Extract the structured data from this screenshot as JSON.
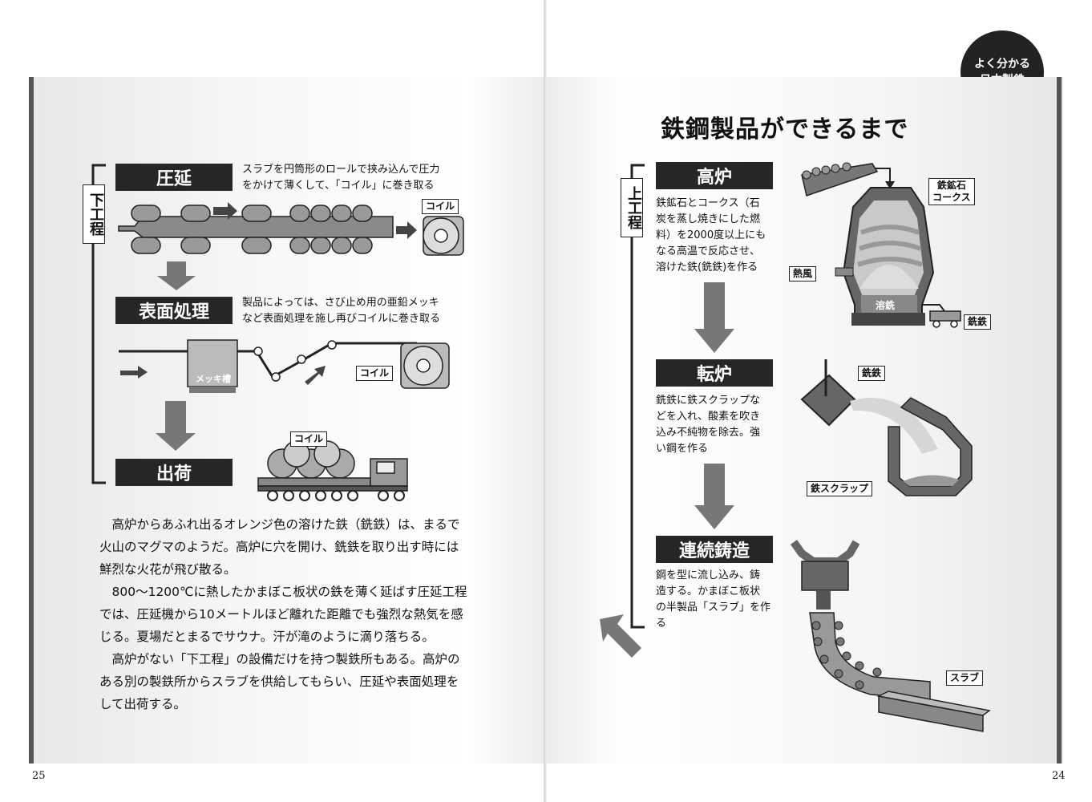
{
  "badge": {
    "line1": "よく分かる",
    "line2": "日本製鉄"
  },
  "title": "鉄鋼製品ができるまで",
  "left": {
    "section_label": "下工程",
    "steps": [
      {
        "label": "圧延",
        "desc_line1": "スラブを円筒形のロールで挟み込んで圧力",
        "desc_line2": "をかけて薄くして、「コイル」に巻き取る"
      },
      {
        "label": "表面処理",
        "desc_line1": "製品によっては、さび止め用の亜鉛メッキ",
        "desc_line2": "など表面処理を施し再びコイルに巻き取る"
      },
      {
        "label": "出荷"
      }
    ],
    "tags": {
      "coil1": "コイル",
      "coil2": "コイル",
      "coil3": "コイル",
      "tank": "メッキ槽"
    },
    "paragraphs": [
      "高炉からあふれ出るオレンジ色の溶けた鉄（銑鉄）は、まるで火山のマグマのようだ。高炉に穴を開け、銑鉄を取り出す時には鮮烈な火花が飛び散る。",
      "800〜1200℃に熱したかまぼこ板状の鉄を薄く延ばす圧延工程では、圧延機から10メートルほど離れた距離でも強烈な熱気を感じる。夏場だとまるでサウナ。汗が滝のように滴り落ちる。",
      "高炉がない「下工程」の設備だけを持つ製鉄所もある。高炉のある別の製鉄所からスラブを供給してもらい、圧延や表面処理をして出荷する。"
    ],
    "page_number": "25"
  },
  "right": {
    "section_label": "上工程",
    "steps": [
      {
        "label": "高炉",
        "desc": [
          "鉄鉱石とコークス（石",
          "炭を蒸し焼きにした燃",
          "料）を2000度以上にも",
          "なる高温で反応させ、",
          "溶けた鉄(銑鉄)を作る"
        ]
      },
      {
        "label": "転炉",
        "desc": [
          "銑鉄に鉄スクラップな",
          "どを入れ、酸素を吹き",
          "込み不純物を除去。強",
          "い鋼を作る"
        ]
      },
      {
        "label": "連続鋳造",
        "desc": [
          "鋼を型に流し込み、鋳",
          "造する。かまぼこ板状",
          "の半製品「スラブ」を作",
          "る"
        ]
      }
    ],
    "tags": {
      "ore": "鉄鉱石",
      "coke": "コークス",
      "hot_air": "熱風",
      "molten": "溶銑",
      "pig_iron1": "銑鉄",
      "pig_iron2": "銑鉄",
      "scrap": "鉄スクラップ",
      "slab": "スラブ"
    },
    "page_number": "24"
  },
  "colors": {
    "dark": "#262626",
    "arrow": "#777777"
  }
}
